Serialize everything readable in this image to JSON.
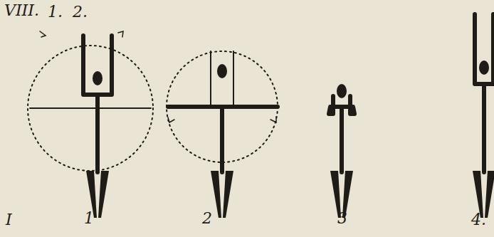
{
  "diagram": {
    "labels": [
      "VIII.",
      "1.",
      "2.",
      "I",
      "1",
      "2",
      "3",
      "4."
    ]
  }
}
